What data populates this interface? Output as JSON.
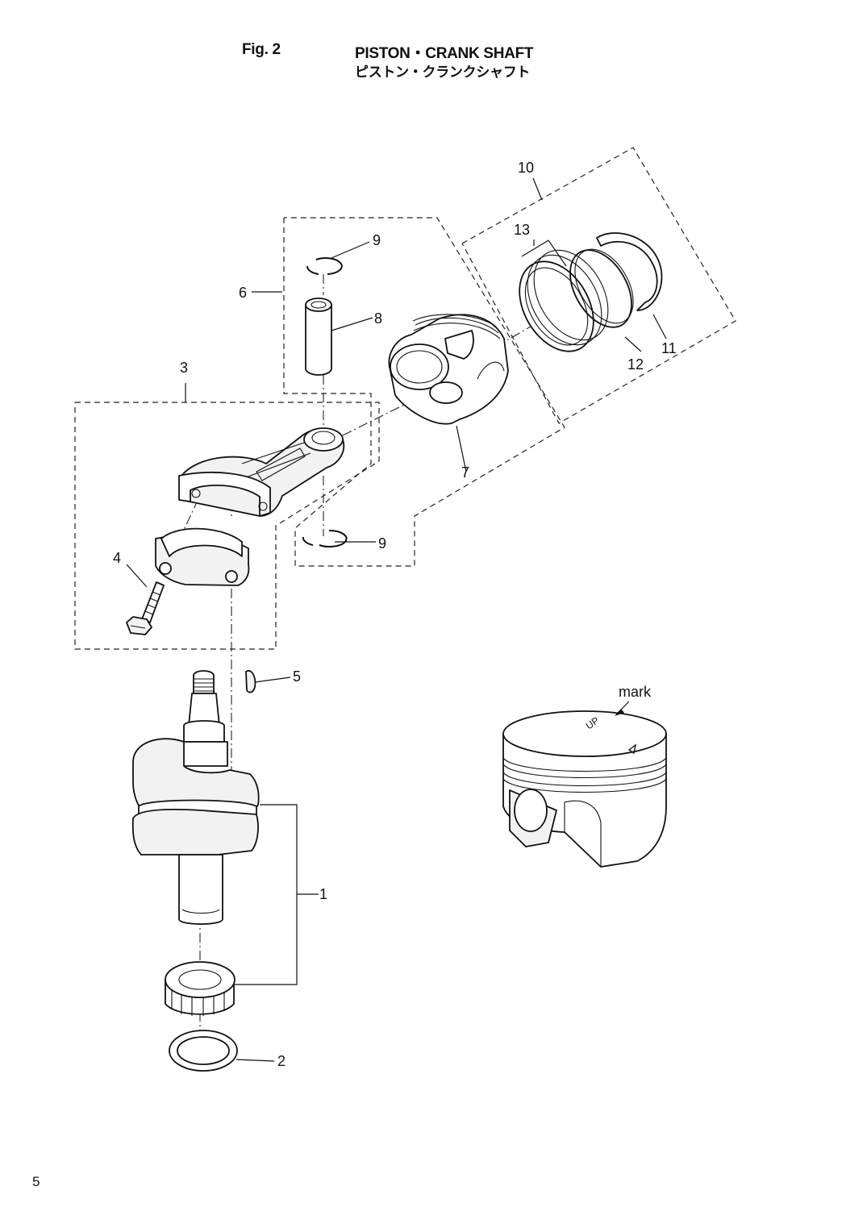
{
  "header": {
    "fig_label": "Fig. 2",
    "title_en": "PISTON・CRANK SHAFT",
    "title_ja": "ピストン・クランクシャフト"
  },
  "callouts": {
    "c1": "1",
    "c2": "2",
    "c3": "3",
    "c4": "4",
    "c5": "5",
    "c6": "6",
    "c7": "7",
    "c8": "8",
    "c9a": "9",
    "c9b": "9",
    "c10": "10",
    "c11": "11",
    "c12": "12",
    "c13": "13"
  },
  "detail": {
    "mark_label": "mark",
    "up_marking": "UP"
  },
  "page_number": "5"
}
